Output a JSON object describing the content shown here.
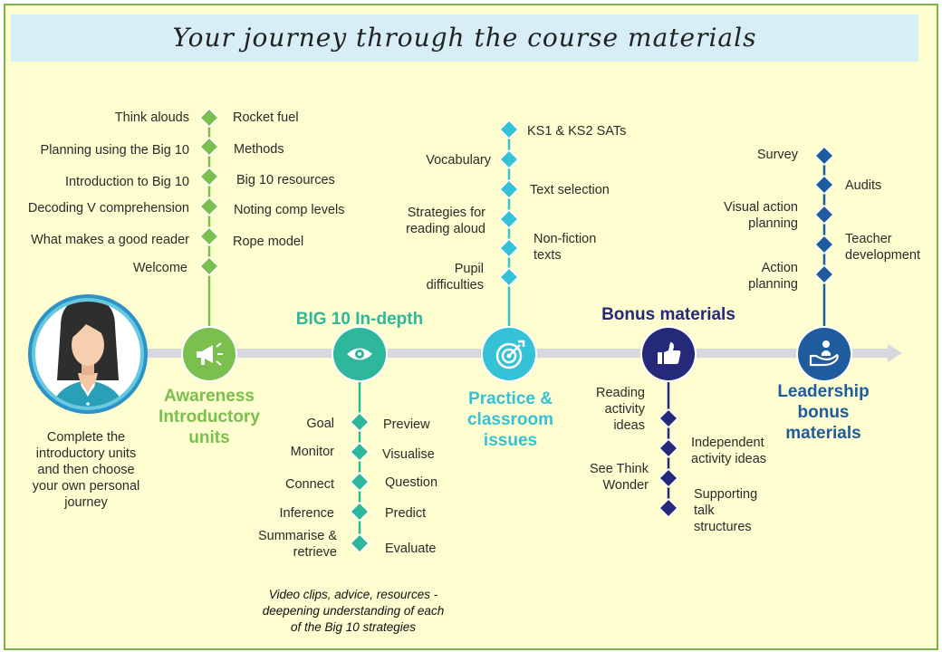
{
  "title": "Your journey through the course materials",
  "colors": {
    "background": "#fdfdd0",
    "frame": "#7bad53",
    "title_band": "#d7eef6",
    "awareness": "#7bc04f",
    "big10": "#2fb79b",
    "practice": "#35c2d6",
    "bonus": "#24297a",
    "leadership": "#1f5c9e",
    "timeline": "#d6d8de"
  },
  "intro": {
    "avatar_icon": "woman-avatar-icon",
    "caption": "Complete the introductory units and then choose your own personal journey"
  },
  "awareness": {
    "heading": "Awareness Introductory units",
    "icon": "megaphone-icon",
    "left_items": [
      "Think alouds",
      "Planning using the Big 10",
      "Introduction to Big 10",
      "Decoding V comprehension",
      "What makes a good reader",
      "Welcome"
    ],
    "right_items": [
      "Rocket fuel",
      "Methods",
      "Big 10 resources",
      "Noting comp levels",
      "Rope model"
    ]
  },
  "big10": {
    "heading": "BIG 10 In-depth",
    "icon": "eye-icon",
    "left_items": [
      "Goal",
      "Monitor",
      "Connect",
      "Inference",
      "Summarise & retrieve"
    ],
    "right_items": [
      "Preview",
      "Visualise",
      "Question",
      "Predict",
      "Evaluate"
    ],
    "note": "Video clips, advice, resources - deepening understanding of each of the Big 10 strategies"
  },
  "practice": {
    "heading": "Practice & classroom issues",
    "icon": "target-icon",
    "left_items": [
      "Vocabulary",
      "Strategies for reading aloud",
      "Pupil difficulties"
    ],
    "right_items": [
      "KS1 & KS2 SATs",
      "Text selection",
      "Non-fiction texts"
    ]
  },
  "bonus": {
    "heading": "Bonus materials",
    "icon": "thumbs-up-icon",
    "left_items": [
      "Reading activity ideas",
      "See Think Wonder"
    ],
    "right_items": [
      "Independent activity ideas",
      "Supporting talk structures"
    ]
  },
  "leadership": {
    "heading": "Leadership bonus materials",
    "icon": "helping-hand-icon",
    "left_items": [
      "Survey",
      "Visual action planning",
      "Action planning"
    ],
    "right_items": [
      "Audits",
      "Teacher development"
    ]
  }
}
